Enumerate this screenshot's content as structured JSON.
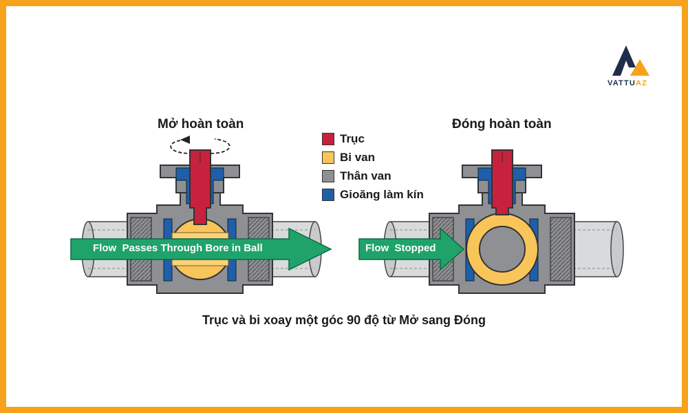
{
  "brand": {
    "name_main": "VATTU",
    "name_accent": "AZ"
  },
  "open_title": "Mở hoàn toàn",
  "closed_title": "Đóng hoàn toàn",
  "open_flow_label": "Flow  Passes Through Bore in Ball",
  "closed_flow_label": "Flow  Stopped",
  "caption": "Trục và bi xoay một góc 90 độ từ Mở sang Đóng",
  "legend": [
    {
      "label": "Trục",
      "color": "#c8213d"
    },
    {
      "label": "Bi van",
      "color": "#f7c55a"
    },
    {
      "label": "Thân van",
      "color": "#8f9094"
    },
    {
      "label": "Gioăng làm kín",
      "color": "#1f5fa8"
    }
  ],
  "colors": {
    "frame": "#f7a21b",
    "stem": "#c8213d",
    "ball": "#f7c55a",
    "body": "#8f9094",
    "seal": "#1f5fa8",
    "flow_arrow": "#1fa36a",
    "pipe": "#d9dadc"
  }
}
